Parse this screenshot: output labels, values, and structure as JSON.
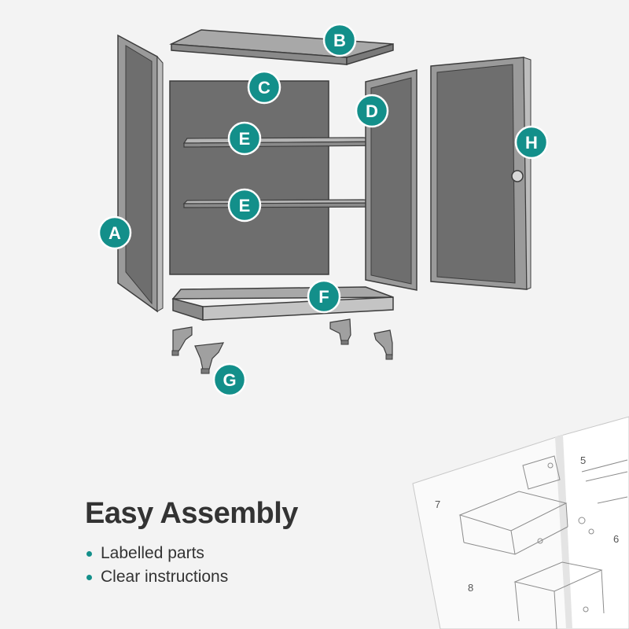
{
  "colors": {
    "accent": "#138f8a",
    "panel_dark": "#6e6e6e",
    "frame": "#9a9a9a",
    "outline": "#3d3d3d",
    "background": "#f3f3f3",
    "text": "#333333"
  },
  "parts": {
    "a": "A",
    "b": "B",
    "c": "C",
    "d": "D",
    "e1": "E",
    "e2": "E",
    "f": "F",
    "g": "G",
    "h": "H"
  },
  "manual": {
    "step_5": "5",
    "step_6": "6",
    "step_7": "7",
    "step_8": "8"
  },
  "caption": {
    "heading": "Easy Assembly",
    "bullets": [
      "Labelled parts",
      "Clear instructions"
    ]
  }
}
